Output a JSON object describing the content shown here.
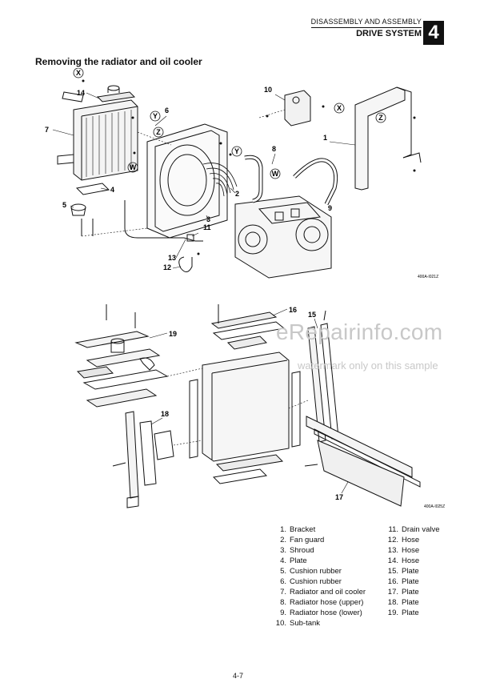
{
  "header": {
    "section": "DISASSEMBLY AND ASSEMBLY",
    "subsection": "DRIVE SYSTEM",
    "chapter": "4"
  },
  "title": "Removing the radiator and oil cooler",
  "figures": {
    "top_code": "400A-I021Z",
    "bottom_code": "400A-I025Z",
    "top_callouts": [
      "14",
      "6",
      "7",
      "10",
      "1",
      "8",
      "4",
      "5",
      "2",
      "3",
      "11",
      "9",
      "13",
      "12"
    ],
    "top_letters": [
      "X",
      "Y",
      "Z",
      "W",
      "Y",
      "Z",
      "W",
      "X"
    ],
    "bottom_callouts": [
      "16",
      "15",
      "19",
      "18",
      "17"
    ]
  },
  "watermark": {
    "main": "eRepairinfo.com",
    "sub": "watermark only on this sample"
  },
  "parts_left": [
    {
      "num": "1.",
      "name": "Bracket"
    },
    {
      "num": "2.",
      "name": "Fan guard"
    },
    {
      "num": "3.",
      "name": "Shroud"
    },
    {
      "num": "4.",
      "name": "Plate"
    },
    {
      "num": "5.",
      "name": "Cushion rubber"
    },
    {
      "num": "6.",
      "name": "Cushion rubber"
    },
    {
      "num": "7.",
      "name": "Radiator and oil cooler"
    },
    {
      "num": "8.",
      "name": "Radiator hose (upper)"
    },
    {
      "num": "9.",
      "name": "Radiator hose (lower)"
    },
    {
      "num": "10.",
      "name": "Sub-tank"
    }
  ],
  "parts_right": [
    {
      "num": "11.",
      "name": "Drain valve"
    },
    {
      "num": "12.",
      "name": "Hose"
    },
    {
      "num": "13.",
      "name": "Hose"
    },
    {
      "num": "14.",
      "name": "Hose"
    },
    {
      "num": "15.",
      "name": "Plate"
    },
    {
      "num": "16.",
      "name": "Plate"
    },
    {
      "num": "17.",
      "name": "Plate"
    },
    {
      "num": "18.",
      "name": "Plate"
    },
    {
      "num": "19.",
      "name": "Plate"
    }
  ],
  "page_number": "4-7"
}
